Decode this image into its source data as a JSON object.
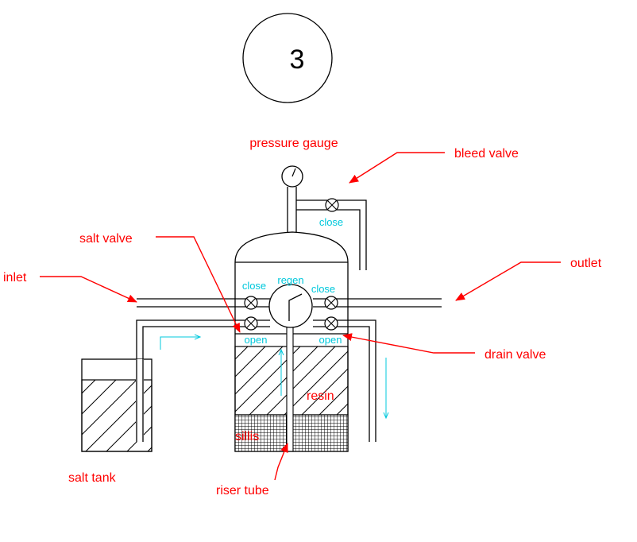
{
  "step_number": "3",
  "labels": {
    "pressure_gauge": "pressure gauge",
    "bleed_valve": "bleed valve",
    "salt_valve": "salt valve",
    "inlet": "inlet",
    "outlet": "outlet",
    "drain_valve": "drain valve",
    "resin": "resin",
    "sillis": "sillis",
    "riser_tube": "riser tube",
    "salt_tank": "salt tank"
  },
  "valve_states": {
    "bleed": "close",
    "inlet_left": "close",
    "center": "regen",
    "outlet_right": "close",
    "salt_lower_left": "open",
    "drain_lower_right": "open"
  },
  "colors": {
    "label": "#ff0000",
    "state": "#00c8dc",
    "flow_arrow": "#00c8dc",
    "line": "#000000"
  }
}
